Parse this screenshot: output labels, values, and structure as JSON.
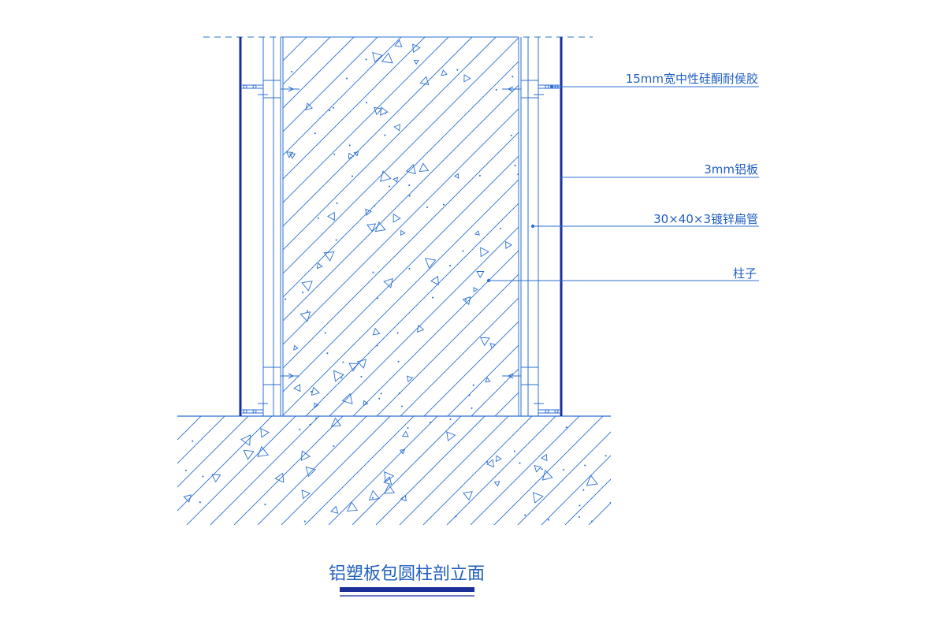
{
  "colors": {
    "line": "#2a6fd1",
    "text": "#1f5fbf",
    "dark": "#1a2f9a"
  },
  "annotations": [
    {
      "id": "sealant",
      "text": "15mm宽中性硅酮耐侯胶"
    },
    {
      "id": "aluminum-panel",
      "text": "3mm铝板"
    },
    {
      "id": "steel-tube",
      "text": "30×40×3镀锌扁管"
    },
    {
      "id": "column",
      "text": "柱子"
    }
  ],
  "title": "铝塑板包圆柱剖立面"
}
